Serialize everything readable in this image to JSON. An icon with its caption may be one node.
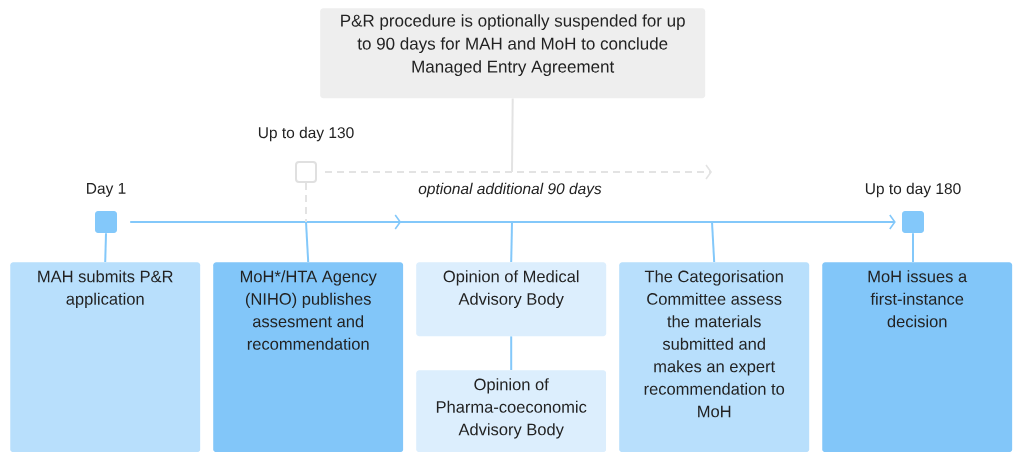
{
  "diagram": {
    "nodes": [
      {
        "text": [
          "P&R procedure is optionally suspended for up to 90 days for MAH and MoH to conclude Managed Entry Agreement"
        ]
      },
      {
        "text": [],
        "shape": "box",
        "beside": [
          "Day 1"
        ]
      },
      {
        "text": [],
        "shape": "box",
        "beside": [
          "Up to day 130"
        ]
      },
      {
        "text": [],
        "shape": "box",
        "beside": [
          "Up to day 180"
        ]
      },
      {
        "text": [
          "MAH submits P&R application"
        ]
      },
      {
        "text": [
          "MoH*/HTA Agency (NIHO) publishes assesment and recommendation"
        ]
      },
      {
        "text": [
          "Opinion of Medical Advisory Body"
        ]
      },
      {
        "text": [
          "Opinion of Pharma-coeconomic Advisory Body"
        ]
      },
      {
        "text": [
          "The Categorisation Committee assess the materials submitted and makes an expert recommendation to MoH"
        ]
      },
      {
        "text": [
          "MoH issues a first-instance decision"
        ]
      }
    ],
    "edges": [
      {
        "from": 1,
        "to": 3,
        "arrow": "to"
      },
      {
        "from": 1,
        "to": 4,
        "arrow": "none"
      },
      {
        "from": 2,
        "to": null,
        "arrow": "none",
        "style": "dashed",
        "color": "#e3e3e3"
      },
      {
        "from": null,
        "to": 5,
        "arrow": "none"
      },
      {
        "from": null,
        "to": 6,
        "arrow": "none"
      },
      {
        "from": 6,
        "to": 7,
        "arrow": "none"
      },
      {
        "from": null,
        "to": 8,
        "arrow": "none"
      },
      {
        "from": 3,
        "to": 9,
        "arrow": "none"
      },
      {
        "from": 2,
        "to": null,
        "arrow": "to",
        "style": "dashed",
        "color": "#e3e3e3",
        "label": "optional additional 90 days"
      },
      {
        "from": 0,
        "to": null,
        "arrow": "none",
        "color": "#e3e3e3"
      }
    ]
  }
}
